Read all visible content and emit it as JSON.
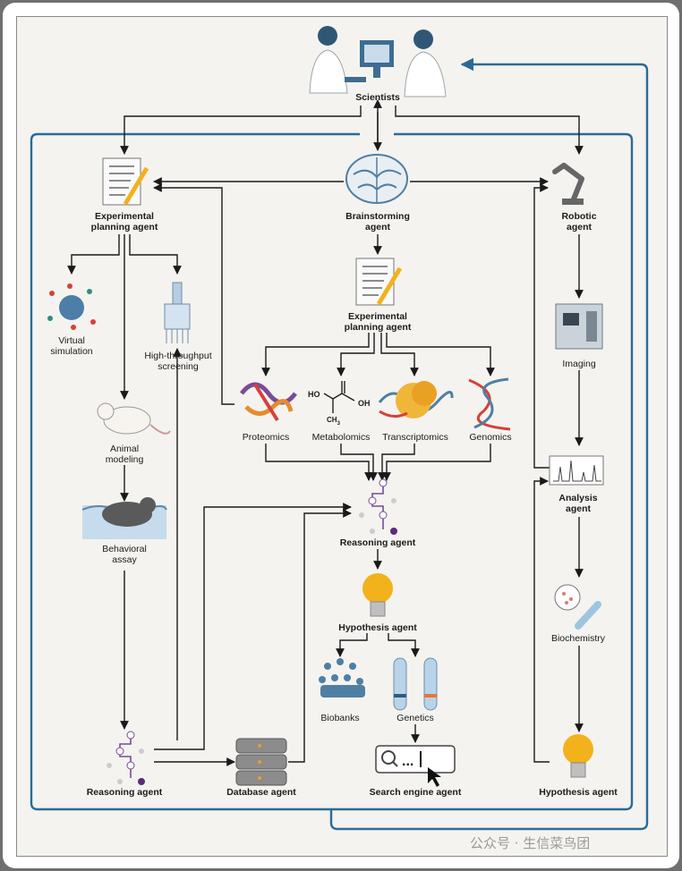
{
  "labels": {
    "scientists": "Scientists",
    "planning_left": "Experimental\nplanning agent",
    "brainstorm": "Brainstorming\nagent",
    "robotic": "Robotic\nagent",
    "planning_center": "Experimental\nplanning agent",
    "virtual": "Virtual\nsimulation",
    "hts": "High-throughput\nscreening",
    "proteomics": "Proteomics",
    "metabolomics": "Metabolomics",
    "transcriptomics": "Transcriptomics",
    "genomics": "Genomics",
    "imaging": "Imaging",
    "animal": "Animal\nmodeling",
    "behavioral": "Behavioral\nassay",
    "reasoning_center": "Reasoning agent",
    "analysis": "Analysis\nagent",
    "hypothesis_center": "Hypothesis agent",
    "biochemistry": "Biochemistry",
    "biobanks": "Biobanks",
    "genetics": "Genetics",
    "reasoning_left": "Reasoning agent",
    "database": "Database agent",
    "search": "Search engine agent",
    "hypothesis_right": "Hypothesis agent"
  },
  "chem": {
    "ho": "HO",
    "oh": "OH",
    "ch3": "CH3"
  },
  "search_text": "...",
  "watermark": "公众号 · 生信菜鸟团",
  "colors": {
    "loop": "#2a6b96",
    "arrow": "#1a1a1a",
    "bulb": "#f2b21b",
    "icon_blue": "#5b87aa",
    "purple": "#7a4b97"
  }
}
